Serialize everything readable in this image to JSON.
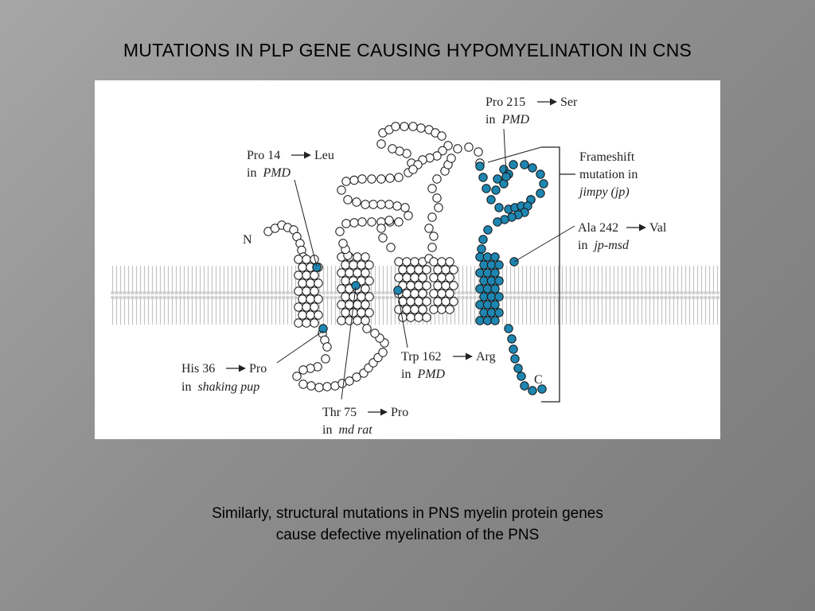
{
  "title": "MUTATIONS IN PLP GENE CAUSING HYPOMYELINATION IN CNS",
  "figure": {
    "terminus_n": "N",
    "terminus_c": "C",
    "mutations": [
      {
        "name": "pro14",
        "line1": "Pro 14",
        "line2_prefix": "in ",
        "target": "Leu",
        "disease": "PMD"
      },
      {
        "name": "his36",
        "line1": "His 36",
        "line2_prefix": "in ",
        "target": "Pro",
        "disease": "shaking pup"
      },
      {
        "name": "thr75",
        "line1": "Thr 75",
        "line2_prefix": "in ",
        "target": "Pro",
        "disease": "md rat"
      },
      {
        "name": "trp162",
        "line1": "Trp 162",
        "line2_prefix": "in ",
        "target": "Arg",
        "disease": "PMD"
      },
      {
        "name": "pro215",
        "line1": "Pro 215",
        "line2_prefix": "in ",
        "target": "Ser",
        "disease": "PMD"
      },
      {
        "name": "ala242",
        "line1": "Ala 242",
        "line2_prefix": "in ",
        "target": "Val",
        "disease": "jp-msd"
      }
    ],
    "frameshift": {
      "line1": "Frameshift",
      "line2": "mutation in",
      "line3": "jimpy (jp)"
    },
    "colors": {
      "normal_fill": "#ffffff",
      "mutant_fill": "#1e86b0",
      "outline": "#111111",
      "membrane": "#cfcfcf"
    }
  },
  "caption": {
    "line1": "Similarly, structural mutations in PNS myelin protein genes",
    "line2": "cause defective myelination of the PNS"
  }
}
